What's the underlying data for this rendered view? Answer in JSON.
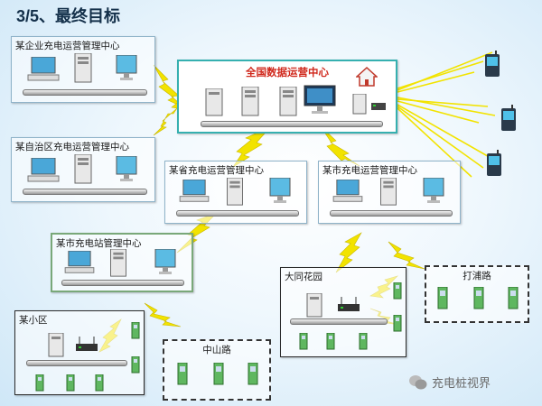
{
  "title": "3/5、最终目标",
  "nodes": {
    "national": "全国数据运营中心",
    "enterprise": "某企业充电运营管理中心",
    "region": "某自治区充电运营管理中心",
    "province": "某省充电运营管理中心",
    "city": "某市充电运营管理中心",
    "station": "某市充电站管理中心",
    "community": "某小区",
    "zhongshan": "中山路",
    "datong": "大同花园",
    "dapu": "打浦路"
  },
  "icons": [
    "monitor-icon",
    "server-tower-icon",
    "router-icon",
    "house-icon",
    "mobile-phone-icon",
    "charging-pile-icon",
    "lightning-link-icon"
  ],
  "colors": {
    "national_border": "#36b0b0",
    "national_label": "#d0281c",
    "lightning": "#f2e300",
    "station_border": "#79a879"
  },
  "watermark": "充电桩视界"
}
